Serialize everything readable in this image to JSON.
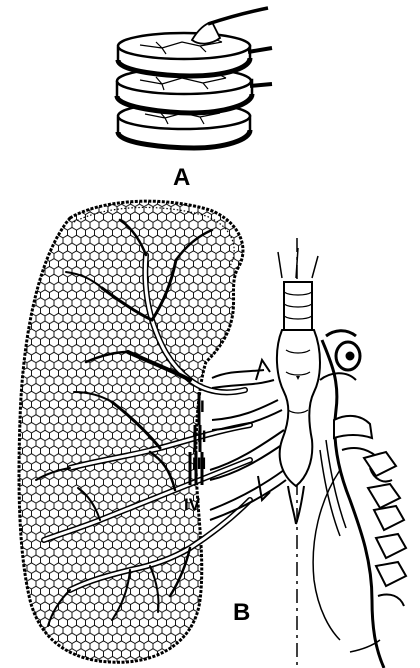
{
  "panels": {
    "a": {
      "label": "A"
    },
    "b": {
      "label": "B"
    }
  },
  "stalk_labels": {
    "i": "I",
    "ii": "II",
    "iii": "III",
    "iv": "IV"
  },
  "colors": {
    "ink": "#000000",
    "paper": "#ffffff"
  }
}
